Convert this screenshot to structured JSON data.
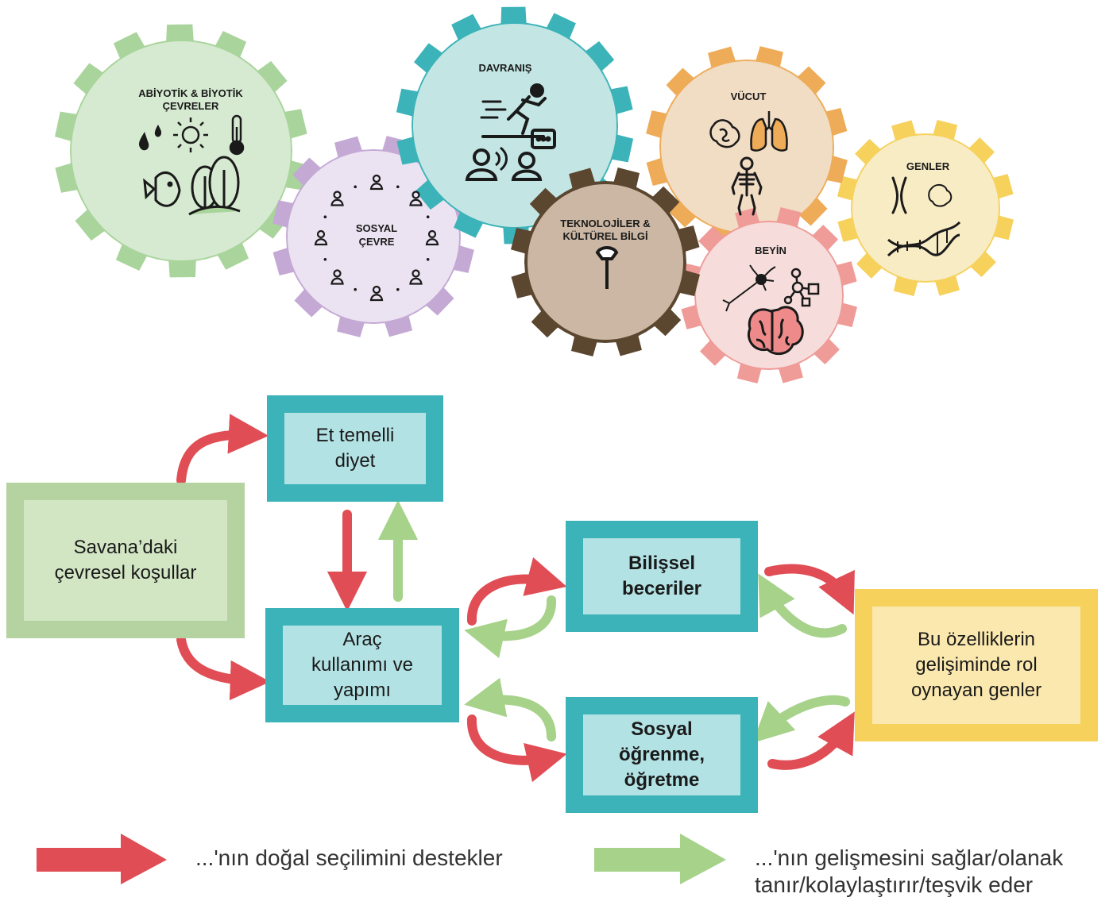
{
  "gears": {
    "environment": {
      "label": "ABİYOTİK & BİYOTİK\nÇEVRELER",
      "icons": [
        "water-drops-icon",
        "sun-icon",
        "thermometer-icon",
        "fish-icon",
        "trees-icon"
      ],
      "color": "#a9d49b",
      "fill": "#d6ead1"
    },
    "social": {
      "label": "SOSYAL\nÇEVRE",
      "icons": [
        "person-icon"
      ],
      "color": "#c4a9d4",
      "fill": "#ece3f2"
    },
    "behavior": {
      "label": "DAVRANIŞ",
      "icons": [
        "running-person-icon",
        "speaking-person-icon",
        "chatting-person-icon"
      ],
      "color": "#3cb3b8",
      "fill": "#c3e6e4"
    },
    "technology": {
      "label": "TEKNOLOJİLER &\nKÜLTÜREL BİLGİ",
      "icons": [
        "hammer-icon"
      ],
      "color": "#5b4630",
      "fill": "#cbb7a3"
    },
    "body": {
      "label": "VÜCUT",
      "icons": [
        "intestine-icon",
        "lungs-icon",
        "skeleton-icon"
      ],
      "color": "#eeac58",
      "fill": "#f1dcc4"
    },
    "brain": {
      "label": "BEYİN",
      "icons": [
        "neuron-icon",
        "network-icon",
        "brain-icon"
      ],
      "color": "#ef9b98",
      "fill": "#f6dddb"
    },
    "genes": {
      "label": "GENLER",
      "icons": [
        "chromosome-icon",
        "dna-icon"
      ],
      "color": "#f6d15c",
      "fill": "#f8ecc5"
    }
  },
  "boxes": {
    "savanna": "Savana’daki\nçevresel koşullar",
    "meat_diet": "Et temelli\ndiyet",
    "tool_use": "Araç\nkullanımı ve\nyapımı",
    "cognitive": "Bilişsel\nbeceriler",
    "social_learning": "Sosyal\nöğrenme,\nöğretme",
    "genes": "Bu özelliklerin\ngelişiminde rol\noynayan genler"
  },
  "legend": {
    "red_label": "...'nın doğal seçilimini destekler",
    "green_label": "...'nın gelişmesini sağlar/olanak\ntanır/kolaylaştırır/teşvik eder",
    "red_color": "#e04d55",
    "green_color": "#a6d28a"
  },
  "colors": {
    "red": "#e04d55",
    "green": "#a6d28a",
    "teal": "#3cb3b8"
  }
}
